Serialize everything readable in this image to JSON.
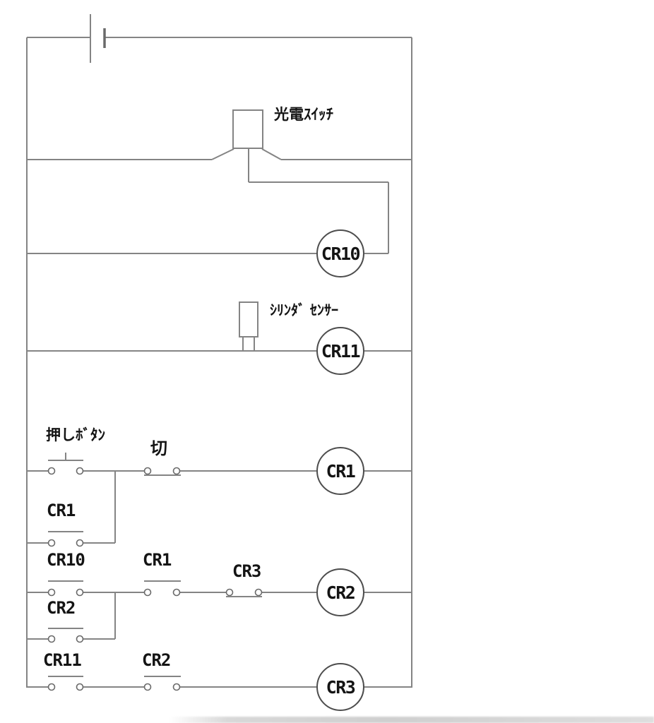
{
  "diagram": {
    "kind": "relay-ladder-circuit",
    "devices": {
      "photo_switch_label": "光電ｽｲｯﾁ",
      "cylinder_sensor_label": "ｼﾘﾝﾀﾞ ｾﾝｻｰ"
    },
    "contacts": {
      "push_button_label": "押しﾎﾞﾀﾝ",
      "off_label": "切",
      "cr1_hold_label": "CR1",
      "cr10_label": "CR10",
      "cr1_label": "CR1",
      "cr3_nc_label": "CR3",
      "cr2_hold_label": "CR2",
      "cr11_label": "CR11",
      "cr2_label": "CR2"
    },
    "coils": {
      "cr10": "CR10",
      "cr11": "CR11",
      "cr1": "CR1",
      "cr2": "CR2",
      "cr3": "CR3"
    },
    "colors": {
      "wire": "#848484",
      "coil_outline": "#4d4d4d",
      "contact_outline": "#6a6a6a",
      "text": "#141414"
    }
  }
}
